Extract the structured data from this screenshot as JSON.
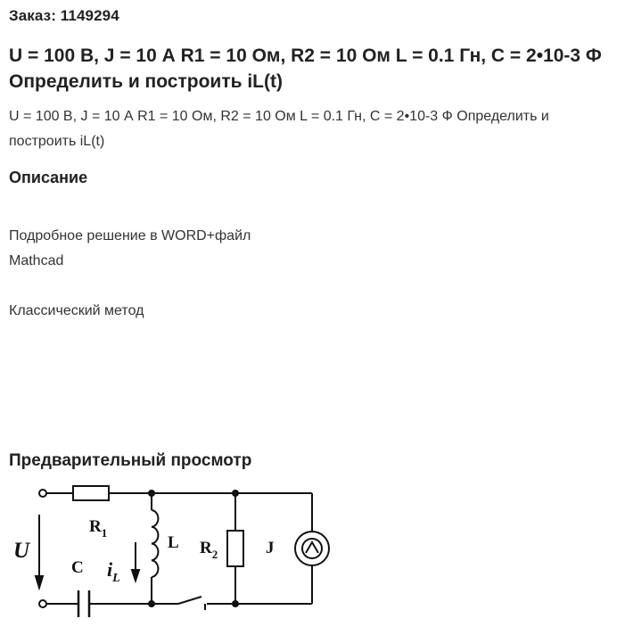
{
  "order": {
    "label": "Заказ: 1149294"
  },
  "title": "U = 100 В, J = 10 А R1 = 10 Ом, R2 = 10 Ом L = 0.1 Гн, C = 2•10-3 Ф Определить и построить iL(t)",
  "lead": "U = 100 В, J = 10 А R1 = 10 Ом, R2 = 10 Ом L = 0.1 Гн, C = 2•10-3 Ф Определить и построить iL(t)",
  "description": {
    "heading": "Описание",
    "paragraph_1": "Подробное решение в WORD+файл Mathcad",
    "paragraph_2": "Классический метод"
  },
  "preview": {
    "heading": "Предварительный просмотр",
    "circuit_labels": {
      "r1_main": "R",
      "r1_sub": "1",
      "u": "U",
      "c": "C",
      "il_main": "i",
      "il_sub": "L",
      "l": "L",
      "r2_main": "R",
      "r2_sub": "2",
      "j": "J"
    }
  }
}
